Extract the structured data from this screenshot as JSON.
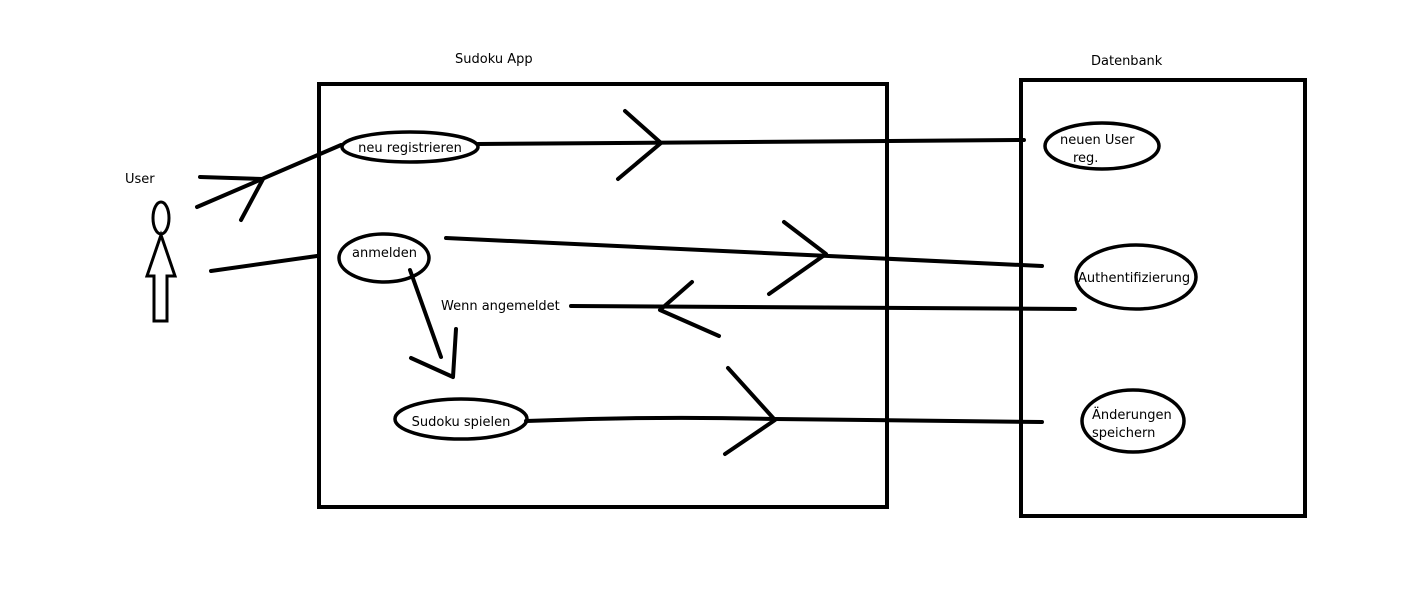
{
  "colors": {
    "stroke": "#000000",
    "background": "#ffffff"
  },
  "actor": {
    "label": "User",
    "icon": "stick-figure-icon"
  },
  "systems": {
    "app": {
      "title": "Sudoku App"
    },
    "db": {
      "title": "Datenbank"
    }
  },
  "use_cases": {
    "register": "neu registrieren",
    "login": "anmelden",
    "play": "Sudoku spielen",
    "new_user_line1": "neuen User",
    "new_user_line2": "reg.",
    "auth": "Authentifizierung",
    "save_line1": "Änderungen",
    "save_line2": "speichern"
  },
  "notes": {
    "when_logged_in": "Wenn angemeldet"
  }
}
